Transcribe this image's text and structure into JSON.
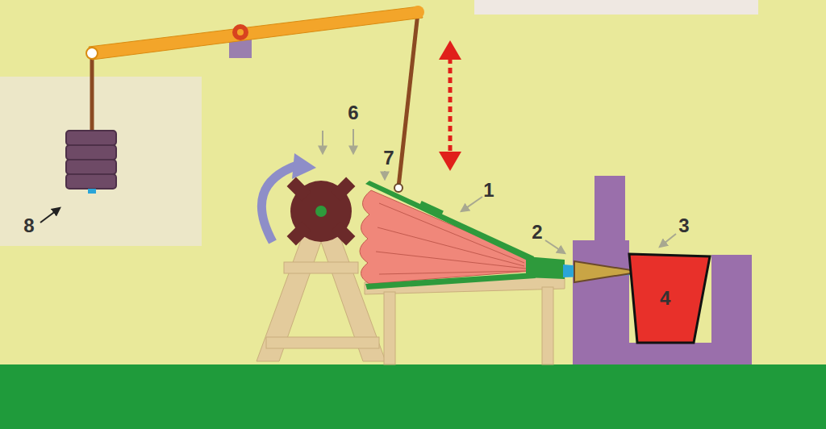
{
  "diagram": {
    "nodes": [
      {
        "text": [
          "4"
        ]
      }
    ],
    "labels": [
      "6",
      "7",
      "1",
      "2",
      "3",
      "8"
    ]
  }
}
